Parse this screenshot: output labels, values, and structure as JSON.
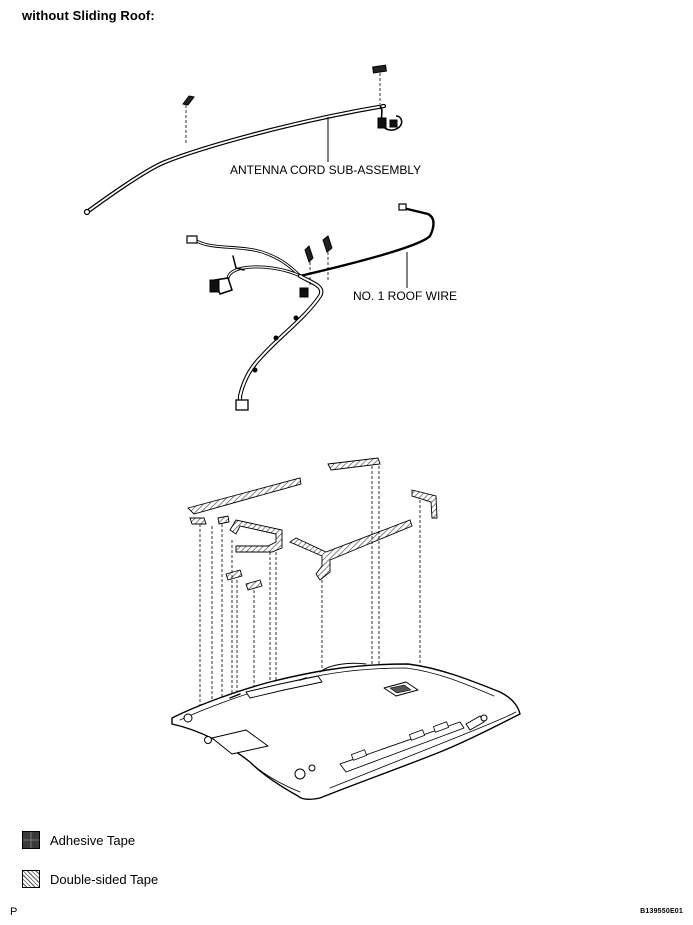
{
  "header": {
    "title": "without Sliding Roof:"
  },
  "callouts": {
    "antenna": "ANTENNA CORD SUB-ASSEMBLY",
    "roof_wire": "NO. 1 ROOF WIRE"
  },
  "legend": {
    "adhesive": "Adhesive Tape",
    "double_sided": "Double-sided Tape"
  },
  "footer": {
    "left": "P",
    "right": "B139550E01"
  }
}
